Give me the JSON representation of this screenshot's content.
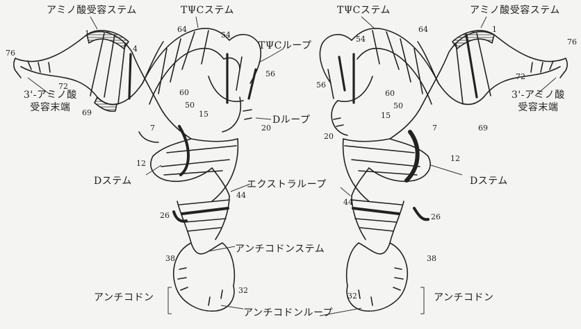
{
  "left": {
    "acceptor_stem": "アミノ酸受容ステム",
    "tpsic_stem": "TΨCステム",
    "tpsic_loop": "TΨCループ",
    "terminal_line1": "3'-アミノ酸",
    "terminal_line2": "受容末端",
    "d_loop": "Dループ",
    "d_stem": "Dステム",
    "extra_loop": "エクストラループ",
    "anticodon_stem": "アンチコドンステム",
    "anticodon": "アンチコドン",
    "anticodon_loop": "アンチコドンループ",
    "numbers": [
      "1",
      "4",
      "64",
      "54",
      "56",
      "76",
      "72",
      "60",
      "50",
      "15",
      "69",
      "7",
      "20",
      "12",
      "44",
      "26",
      "38",
      "32"
    ]
  },
  "right": {
    "tpsic_stem": "TΨCステム",
    "acceptor_stem": "アミノ酸受容ステム",
    "terminal_line1": "3'-アミノ酸",
    "terminal_line2": "受容末端",
    "d_stem": "Dステム",
    "anticodon": "アンチコドン",
    "numbers": [
      "54",
      "64",
      "1",
      "76",
      "72",
      "56",
      "60",
      "50",
      "15",
      "7",
      "69",
      "20",
      "12",
      "44",
      "26",
      "38",
      "32"
    ]
  }
}
